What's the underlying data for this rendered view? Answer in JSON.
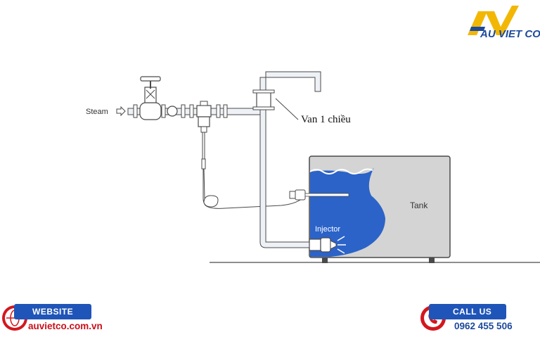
{
  "brand": {
    "logo_text": "AU VIET CO",
    "colors": {
      "gold": "#f2b705",
      "blue": "#1d4a9c",
      "red": "#d3171f"
    }
  },
  "diagram": {
    "steam_label": "Steam",
    "check_valve_label": "Van 1 chiều",
    "tank_label": "Tank",
    "injector_label": "Injector",
    "colors": {
      "water": "#2b63c8",
      "tank_fill": "#d4d4d4",
      "line": "#4a4a4a"
    }
  },
  "footer": {
    "website_label": "WEBSITE",
    "website_url": "auvietco.com.vn",
    "website_icon": "globe-icon",
    "call_label": "CALL US",
    "phone": "0962 455 506",
    "call_icon": "phone-icon"
  }
}
